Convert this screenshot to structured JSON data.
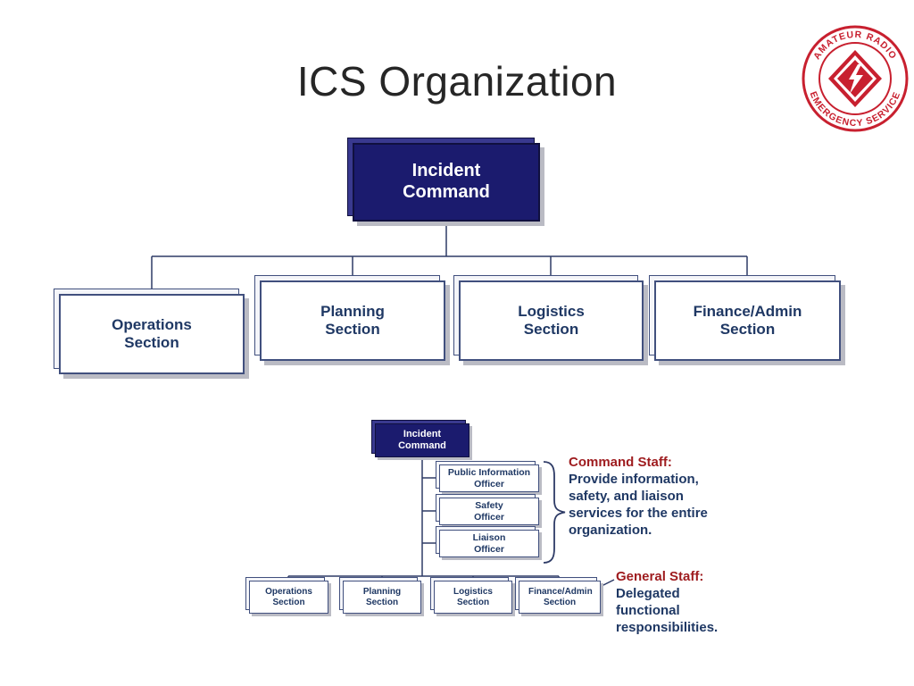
{
  "title": "ICS Organization",
  "logo": {
    "arc_top": "AMATEUR RADIO",
    "arc_bottom": "EMERGENCY SERVICE",
    "ring_color": "#c8202f"
  },
  "top_chart": {
    "root_label": "Incident Command",
    "sections": [
      {
        "label": "Operations Section"
      },
      {
        "label": "Planning Section"
      },
      {
        "label": "Logistics Section"
      },
      {
        "label": "Finance/Admin Section"
      }
    ]
  },
  "bottom_chart": {
    "root_label": "Incident Command",
    "command_staff": [
      {
        "label": "Public Information Officer"
      },
      {
        "label": "Safety Officer"
      },
      {
        "label": "Liaison Officer"
      }
    ],
    "sections": [
      {
        "label": "Operations Section"
      },
      {
        "label": "Planning Section"
      },
      {
        "label": "Logistics Section"
      },
      {
        "label": "Finance/Admin Section"
      }
    ],
    "command_staff_note": {
      "heading": "Command Staff:",
      "body": "Provide information, safety, and liaison services for the entire organization."
    },
    "general_staff_note": {
      "heading": "General Staff:",
      "body": "Delegated functional responsibilities."
    }
  },
  "colors": {
    "navy_fill": "#1b1b6e",
    "navy_text": "#1f3864",
    "line": "#2e3b66",
    "red": "#9e1b1e"
  }
}
